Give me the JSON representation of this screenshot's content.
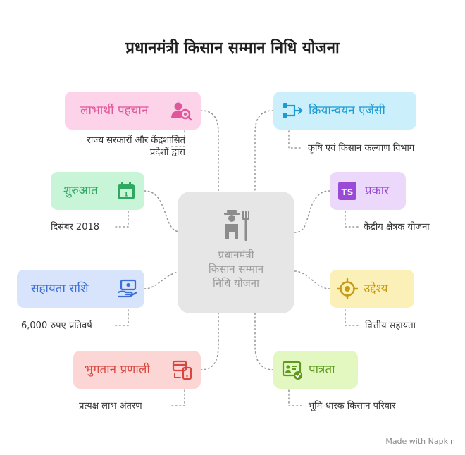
{
  "title": "प्रधानमंत्री किसान सम्मान निधि योजना",
  "center": {
    "lines": [
      "प्रधानमंत्री",
      "किसान सम्मान",
      "निधि योजना"
    ],
    "icon": "farmer-icon"
  },
  "nodes": {
    "beneficiary": {
      "label": "लाभार्थी पहचान",
      "desc": [
        "राज्य सरकारों और केंद्रशासित",
        "प्रदेशों द्वारा"
      ],
      "icon": "user-search-icon",
      "color": "#e0569a",
      "bg": "#fcd3e8"
    },
    "launch": {
      "label": "शुरुआत",
      "desc": [
        "दिसंबर 2018"
      ],
      "icon": "calendar-icon",
      "color": "#2fa862",
      "bg": "#c8f5d8"
    },
    "amount": {
      "label": "सहायता राशि",
      "desc": [
        "6,000 रुपए प्रतिवर्ष"
      ],
      "icon": "hand-money-icon",
      "color": "#3b6fd6",
      "bg": "#d7e4fb"
    },
    "payment": {
      "label": "भुगतान प्रणाली",
      "desc": [
        "प्रत्यक्ष लाभ अंतरण"
      ],
      "icon": "card-phone-icon",
      "color": "#d9463f",
      "bg": "#fcd6d4"
    },
    "agency": {
      "label": "क्रियान्वयन एजेंसी",
      "desc": [
        "कृषि एवं किसान कल्याण विभाग"
      ],
      "icon": "flow-icon",
      "color": "#1e9bd4",
      "bg": "#ccf0fb"
    },
    "type": {
      "label": "प्रकार",
      "desc": [
        "केंद्रीय क्षेत्रक योजना"
      ],
      "icon": "ts-icon",
      "color": "#9a4bd6",
      "bg": "#ecd8fb"
    },
    "objective": {
      "label": "उद्देश्य",
      "desc": [
        "वित्तीय सहायता"
      ],
      "icon": "target-icon",
      "color": "#c79a12",
      "bg": "#fbf1b8"
    },
    "eligibility": {
      "label": "पात्रता",
      "desc": [
        "भूमि-धारक किसान परिवार"
      ],
      "icon": "id-card-check-icon",
      "color": "#5f9a1e",
      "bg": "#e3f7c1"
    }
  },
  "footer": "Made with  Napkin"
}
